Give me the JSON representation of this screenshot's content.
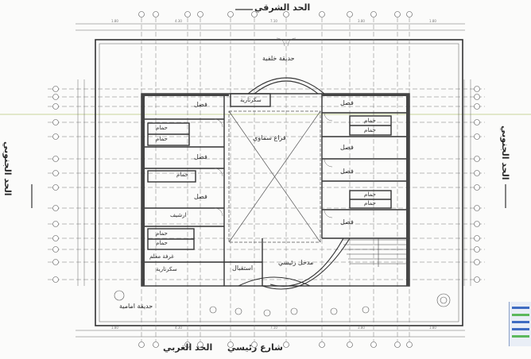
{
  "boundaries": {
    "east": "الحد الشرقي",
    "west": "الحد الغربي",
    "south_left": "الحد الجنوبي",
    "south_right": "الحد الجنوبي",
    "main_street": "شارع رئيسي"
  },
  "spaces": {
    "back_garden": "حديقة خلفية",
    "front_garden": "حديقة امامية",
    "secretary_top": "سكرتارية",
    "secretary_bottom": "سكرتارية",
    "courtyard": "فراغ سماوي",
    "main_entrance": "مدخل رئيسي",
    "reception": "استقبال",
    "archive": "ارشيف",
    "teachers_room": "غرفة معلم",
    "class_label": "فصل",
    "bath_label": "حمام"
  },
  "colors": {
    "line": "#3a3a3a",
    "stamp_blue": "#3f6cc2",
    "stamp_green": "#5cb85c"
  }
}
